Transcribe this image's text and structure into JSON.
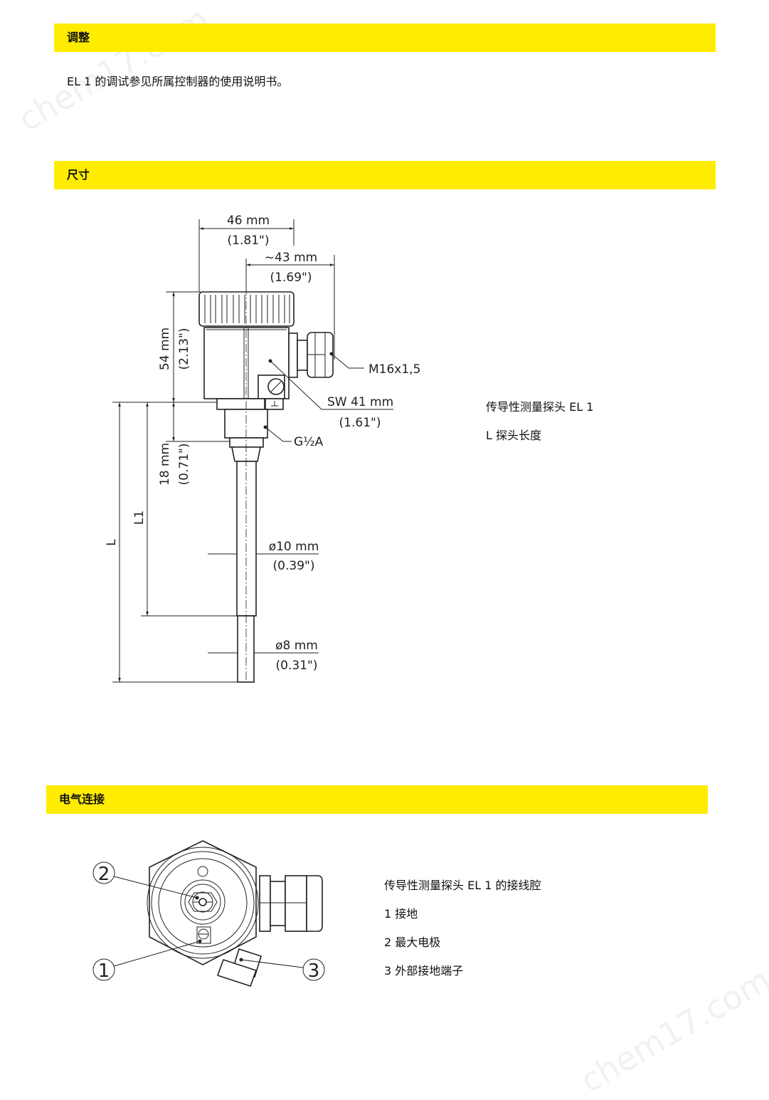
{
  "watermark": "chem17.com",
  "section_adjust": {
    "title": "调整",
    "text": "EL 1 的调试参见所属控制器的使用说明书。"
  },
  "section_dimensions": {
    "title": "尺寸",
    "dims": {
      "width_46": "46 mm",
      "width_46_in": "(1.81\")",
      "width_43": "~43 mm",
      "width_43_in": "(1.69\")",
      "height_54": "54 mm",
      "height_54_in": "(2.13\")",
      "height_18": "18 mm",
      "height_18_in": "(0.71\")",
      "L1": "L1",
      "L": "L",
      "thread_m16": "M16x1,5",
      "sw41": "SW 41 mm",
      "sw41_in": "(1.61\")",
      "g12a": "G½A",
      "d10": "ø10 mm",
      "d10_in": "(0.39\")",
      "d8": "ø8 mm",
      "d8_in": "(0.31\")"
    },
    "legend": [
      "传导性测量探头 EL 1",
      "L 探头长度"
    ]
  },
  "section_electrical": {
    "title": "电气连接",
    "callouts": [
      "1",
      "2",
      "3"
    ],
    "legend": [
      "传导性测量探头 EL 1 的接线腔",
      "1 接地",
      "2 最大电极",
      "3 外部接地端子"
    ]
  }
}
